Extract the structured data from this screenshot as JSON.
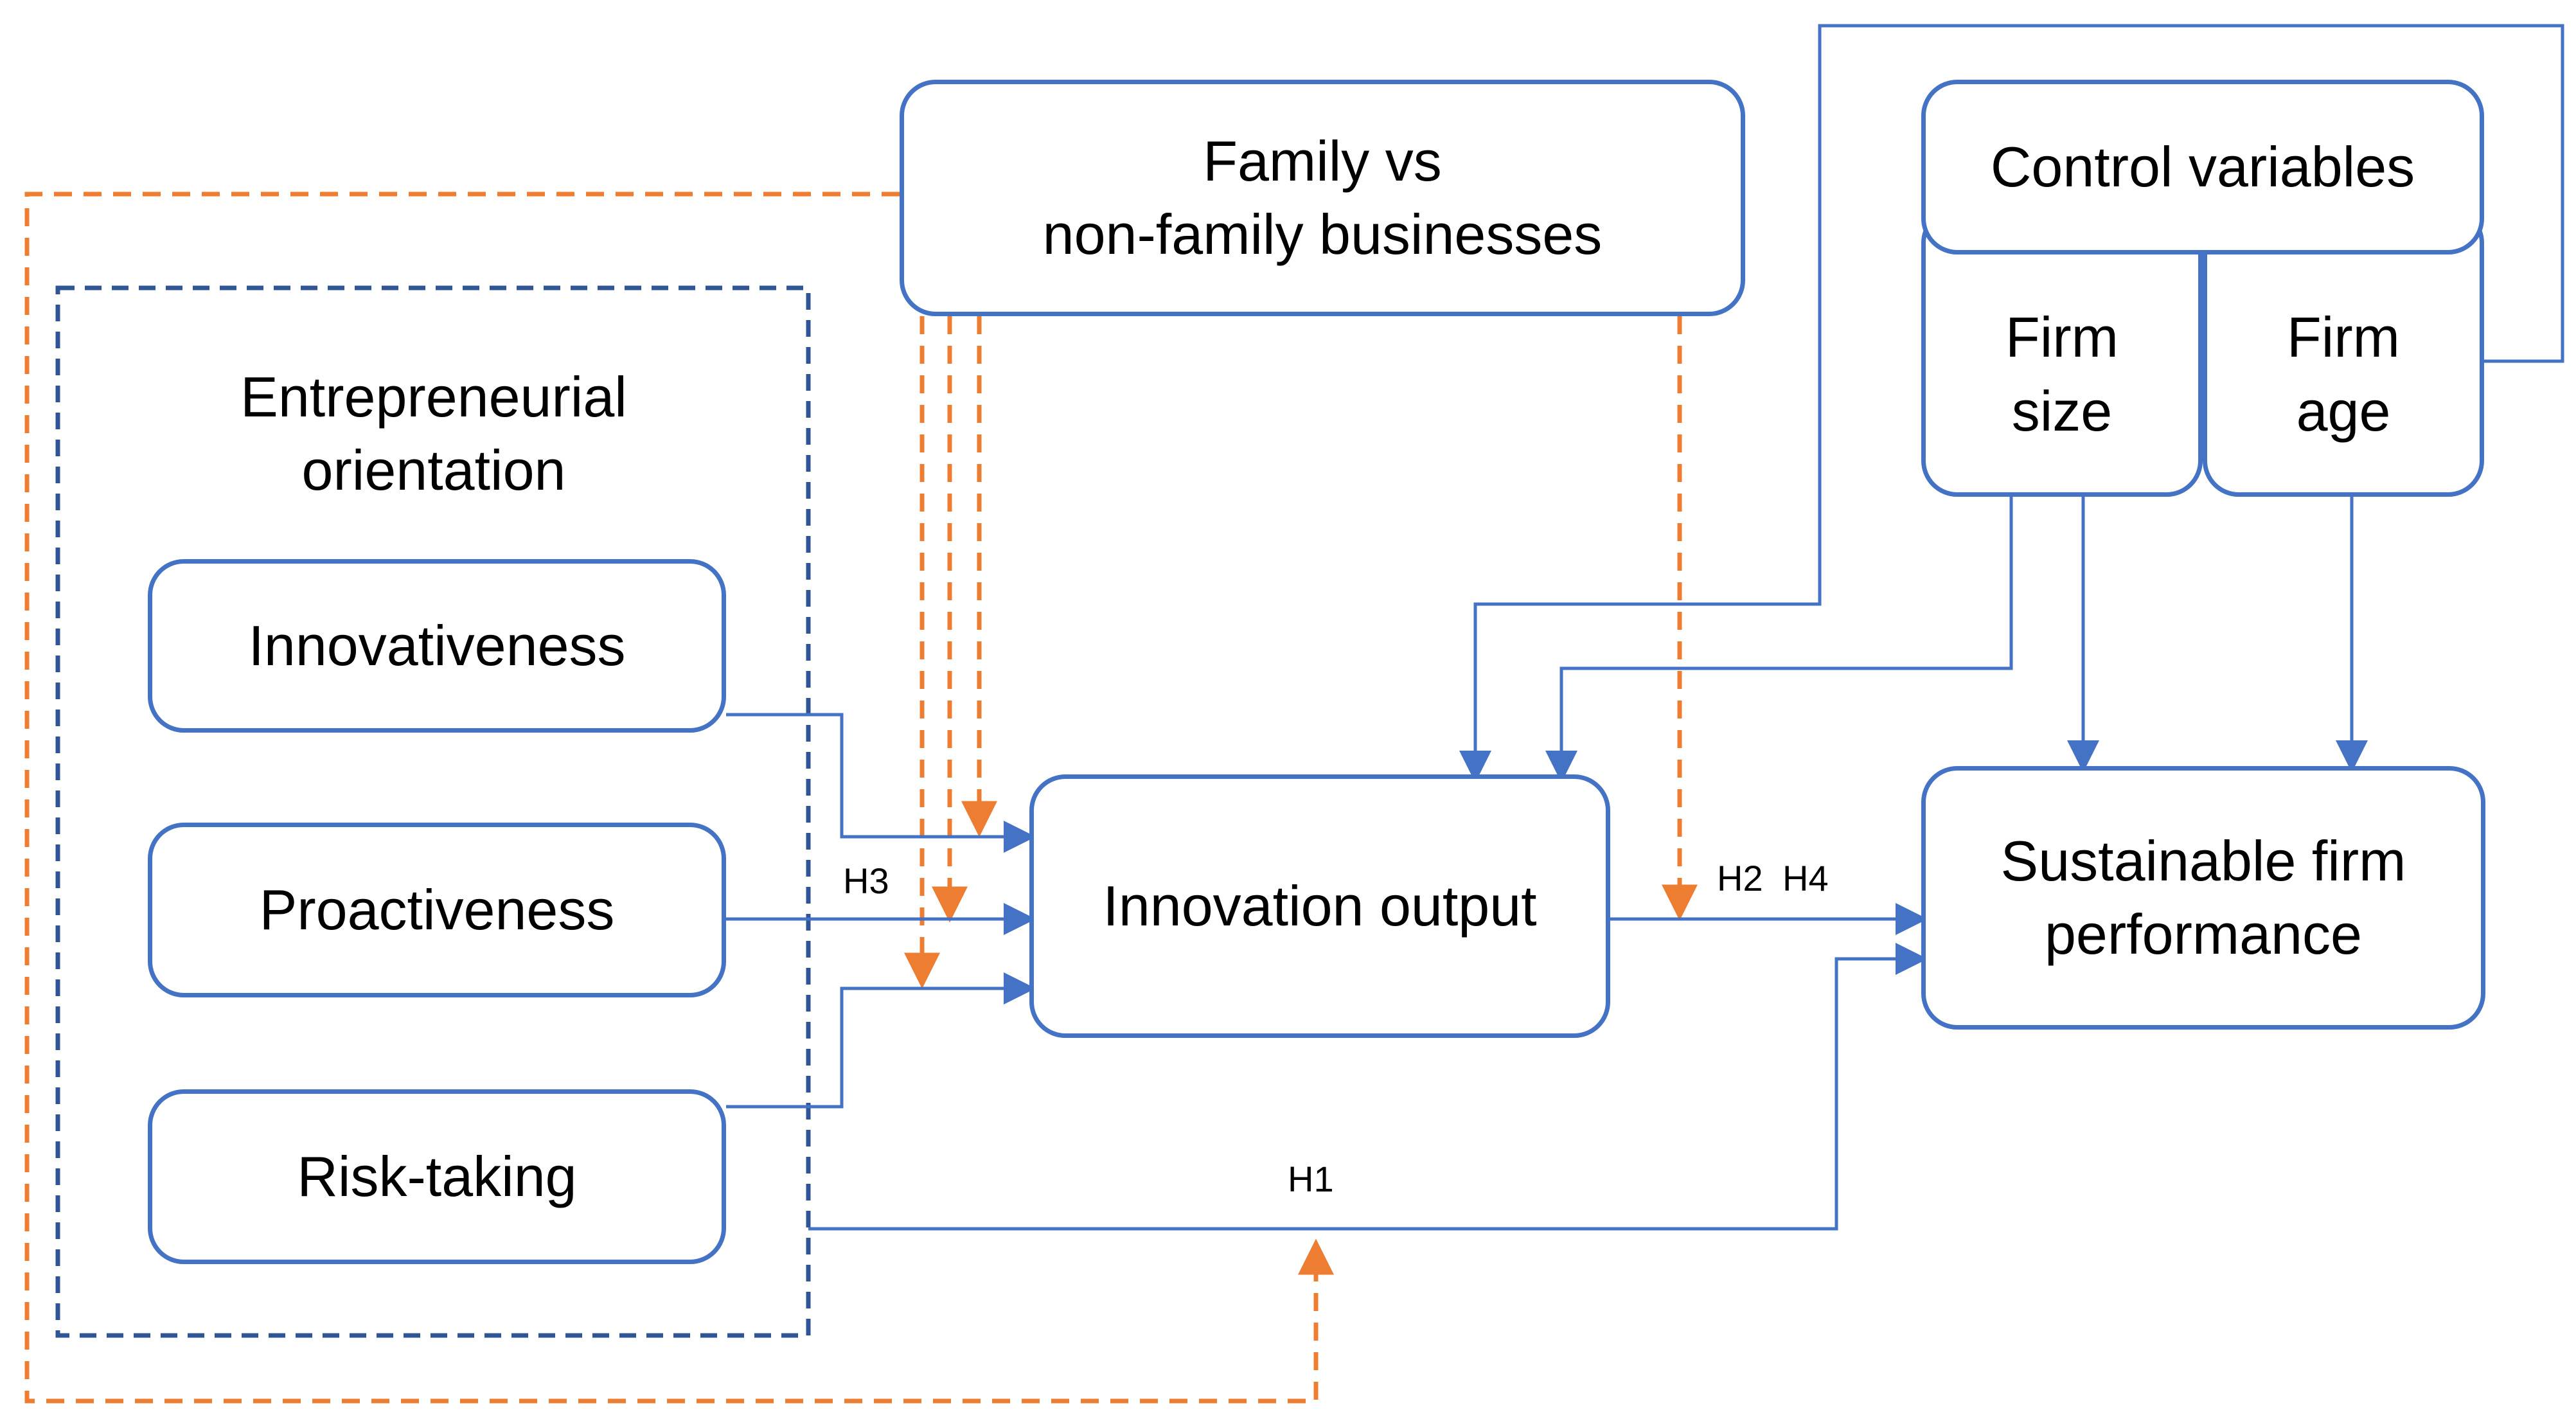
{
  "colors": {
    "box_border": "#4472C4",
    "solid_arrow": "#4472C4",
    "dashed_moderator_arrow": "#ED7D31",
    "eo_dashed_border": "#2F5597"
  },
  "nodes": {
    "family": "Family vs\nnon-family businesses",
    "eo": "Entrepreneurial\norientation",
    "innovativeness": "Innovativeness",
    "proactiveness": "Proactiveness",
    "risk_taking": "Risk-taking",
    "innovation_output": "Innovation output",
    "control_variables": "Control variables",
    "firm_size": "Firm\nsize",
    "firm_age": "Firm\nage",
    "sustainable": "Sustainable firm\nperformance"
  },
  "labels": {
    "h1": "H1",
    "h2": "H2",
    "h3": "H3",
    "h4": "H4"
  }
}
